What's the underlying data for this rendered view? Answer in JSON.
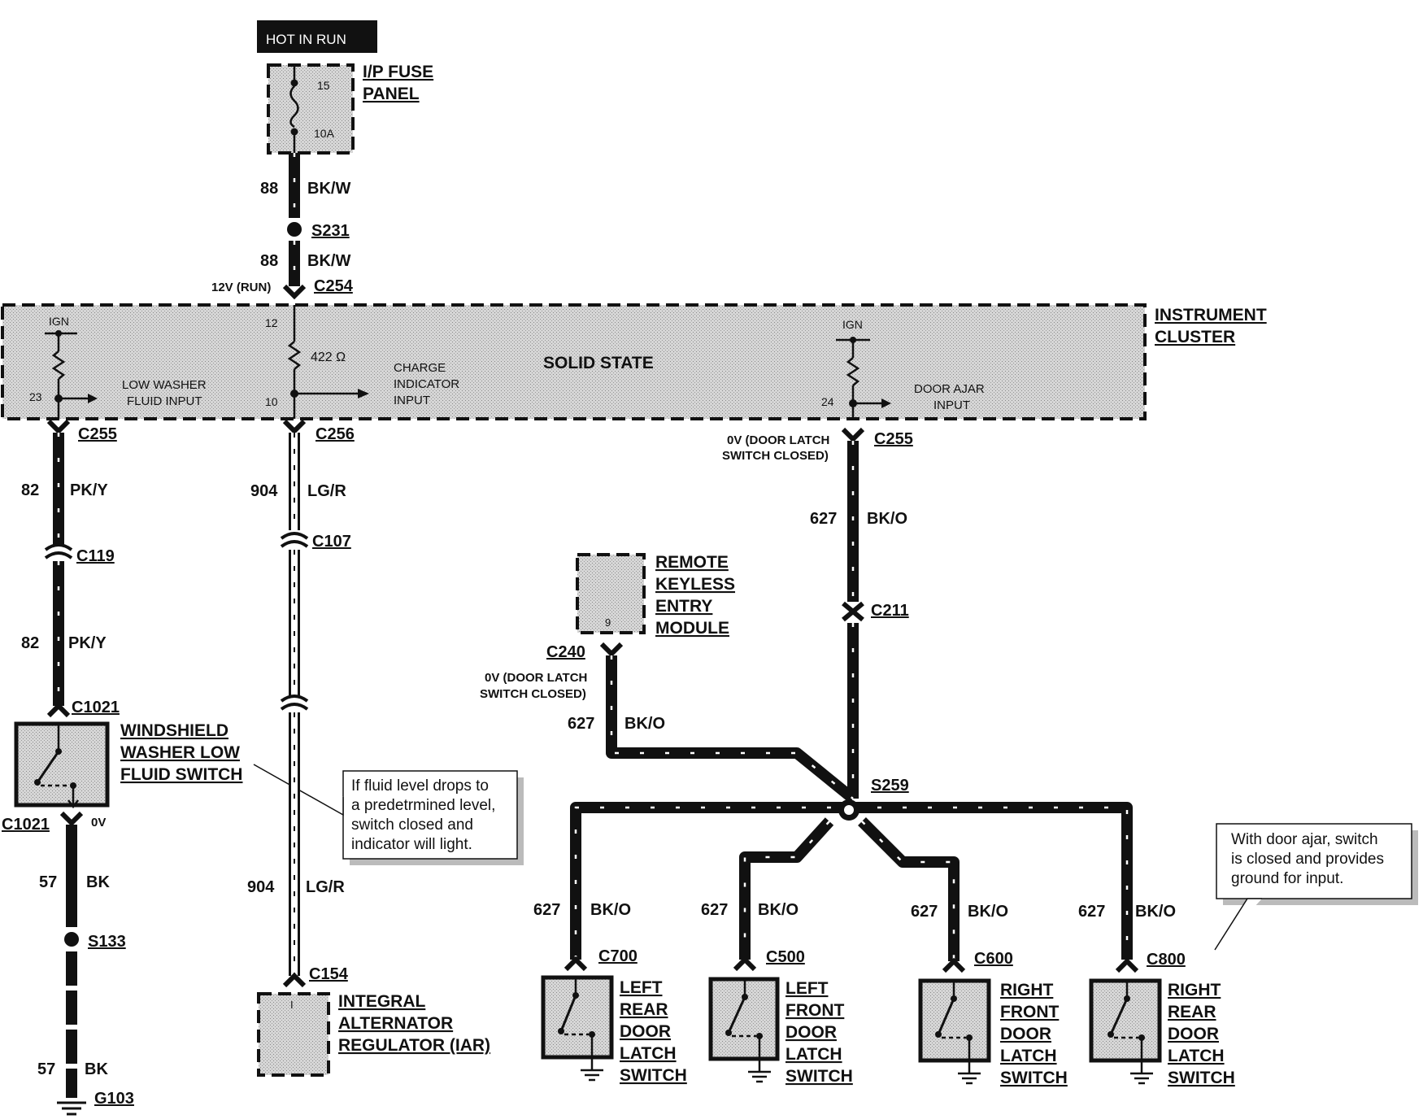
{
  "power": {
    "hot_in_run": "HOT IN RUN",
    "fuse_panel_line1": "I/P FUSE",
    "fuse_panel_line2": "PANEL",
    "fuse_num": "15",
    "fuse_amp": "10A"
  },
  "wires": {
    "w88a_num": "88",
    "w88a_color": "BK/W",
    "s231": "S231",
    "w88b_num": "88",
    "w88b_color": "BK/W",
    "c254_volt": "12V (RUN)",
    "c254": "C254",
    "c255_left": "C255",
    "w82a_num": "82",
    "w82a_color": "PK/Y",
    "c119": "C119",
    "w82b_num": "82",
    "w82b_color": "PK/Y",
    "c1021_top": "C1021",
    "c1021_bot": "C1021",
    "c1021_volt": "0V",
    "w57a_num": "57",
    "w57a_color": "BK",
    "s133": "S133",
    "w57b_num": "57",
    "w57b_color": "BK",
    "g103": "G103",
    "c256": "C256",
    "w904a_num": "904",
    "w904a_color": "LG/R",
    "c107": "C107",
    "w904b_num": "904",
    "w904b_color": "LG/R",
    "c154": "C154",
    "c255_right": "C255",
    "c255r_volt1": "0V (DOOR LATCH",
    "c255r_volt2": "SWITCH CLOSED)",
    "w627a_num": "627",
    "w627a_color": "BK/O",
    "c211": "C211",
    "c240": "C240",
    "c240_volt1": "0V (DOOR LATCH",
    "c240_volt2": "SWITCH CLOSED)",
    "w627b_num": "627",
    "w627b_color": "BK/O",
    "s259": "S259",
    "w627c_num": "627",
    "w627c_color": "BK/O",
    "w627d_num": "627",
    "w627d_color": "BK/O",
    "w627e_num": "627",
    "w627e_color": "BK/O",
    "w627f_num": "627",
    "w627f_color": "BK/O",
    "c700": "C700",
    "c500": "C500",
    "c600": "C600",
    "c800": "C800"
  },
  "cluster": {
    "title1": "INSTRUMENT",
    "title2": "CLUSTER",
    "solid_state": "SOLID STATE",
    "ign_left": "IGN",
    "ign_right": "IGN",
    "pin23": "23",
    "pin12": "12",
    "pin10": "10",
    "pin24": "24",
    "resistor": "422 Ω",
    "low_washer1": "LOW WASHER",
    "low_washer2": "FLUID INPUT",
    "charge1": "CHARGE",
    "charge2": "INDICATOR",
    "charge3": "INPUT",
    "door_ajar1": "DOOR AJAR",
    "door_ajar2": "INPUT"
  },
  "components": {
    "rke1": "REMOTE",
    "rke2": "KEYLESS",
    "rke3": "ENTRY",
    "rke4": "MODULE",
    "rke_pin": "9",
    "ws1": "WINDSHIELD",
    "ws2": "WASHER LOW",
    "ws3": "FLUID SWITCH",
    "iar1": "INTEGRAL",
    "iar2": "ALTERNATOR",
    "iar3": "REGULATOR (IAR)",
    "iar_pin": "I",
    "lr1": "LEFT",
    "lr2": "REAR",
    "lr3": "DOOR",
    "lr4": "LATCH",
    "lr5": "SWITCH",
    "lf1": "LEFT",
    "lf2": "FRONT",
    "lf3": "DOOR",
    "lf4": "LATCH",
    "lf5": "SWITCH",
    "rf1": "RIGHT",
    "rf2": "FRONT",
    "rf3": "DOOR",
    "rf4": "LATCH",
    "rf5": "SWITCH",
    "rr1": "RIGHT",
    "rr2": "REAR",
    "rr3": "DOOR",
    "rr4": "LATCH",
    "rr5": "SWITCH"
  },
  "notes": {
    "fluid1": "If fluid level drops to",
    "fluid2": "a predetrmined level,",
    "fluid3": "switch closed and",
    "fluid4": "indicator will light.",
    "door1": "With door ajar, switch",
    "door2": "is closed and provides",
    "door3": "ground for input."
  }
}
